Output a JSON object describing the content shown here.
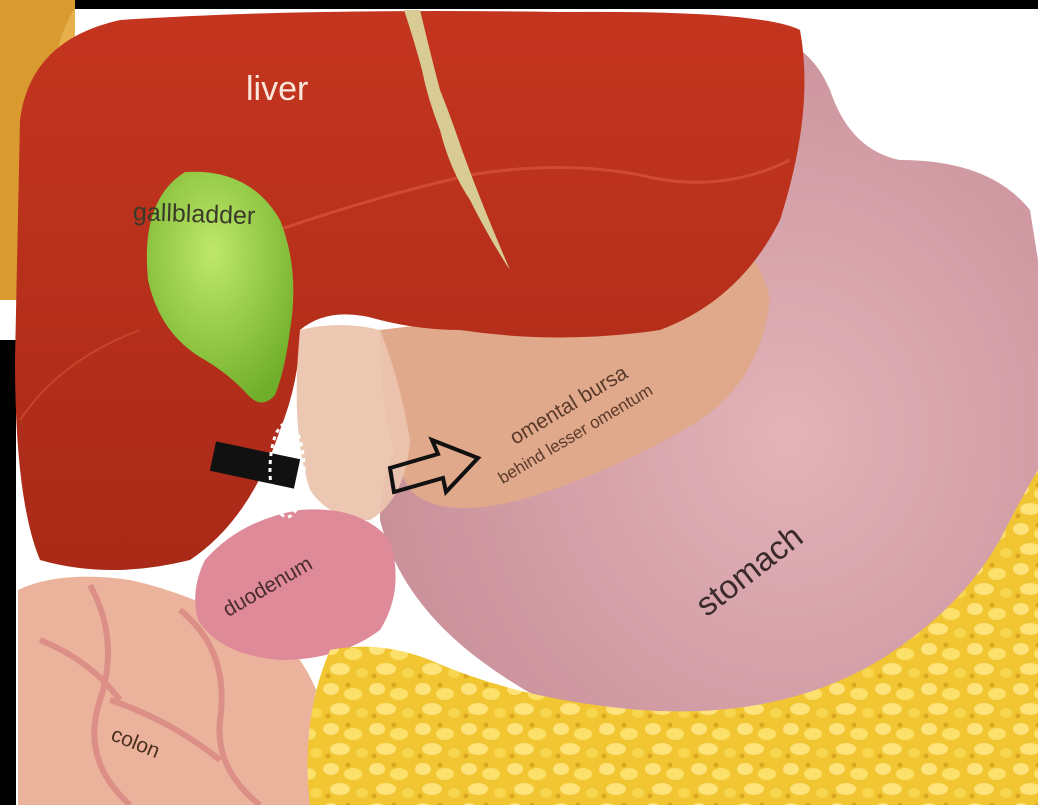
{
  "labels": {
    "liver": "liver",
    "gallbladder": "gallbladder",
    "omental_line1": "omental bursa",
    "omental_line2": "behind lesser omentum",
    "duodenum": "duodenum",
    "stomach": "stomach",
    "colon": "colon"
  },
  "colors": {
    "liver": "#b8301e",
    "gallbladder": "#8cc63a",
    "stomach": "#d7a3a8",
    "duodenum": "#df8a98",
    "fat": "#f4cc3a",
    "colon": "#ecb39c"
  }
}
